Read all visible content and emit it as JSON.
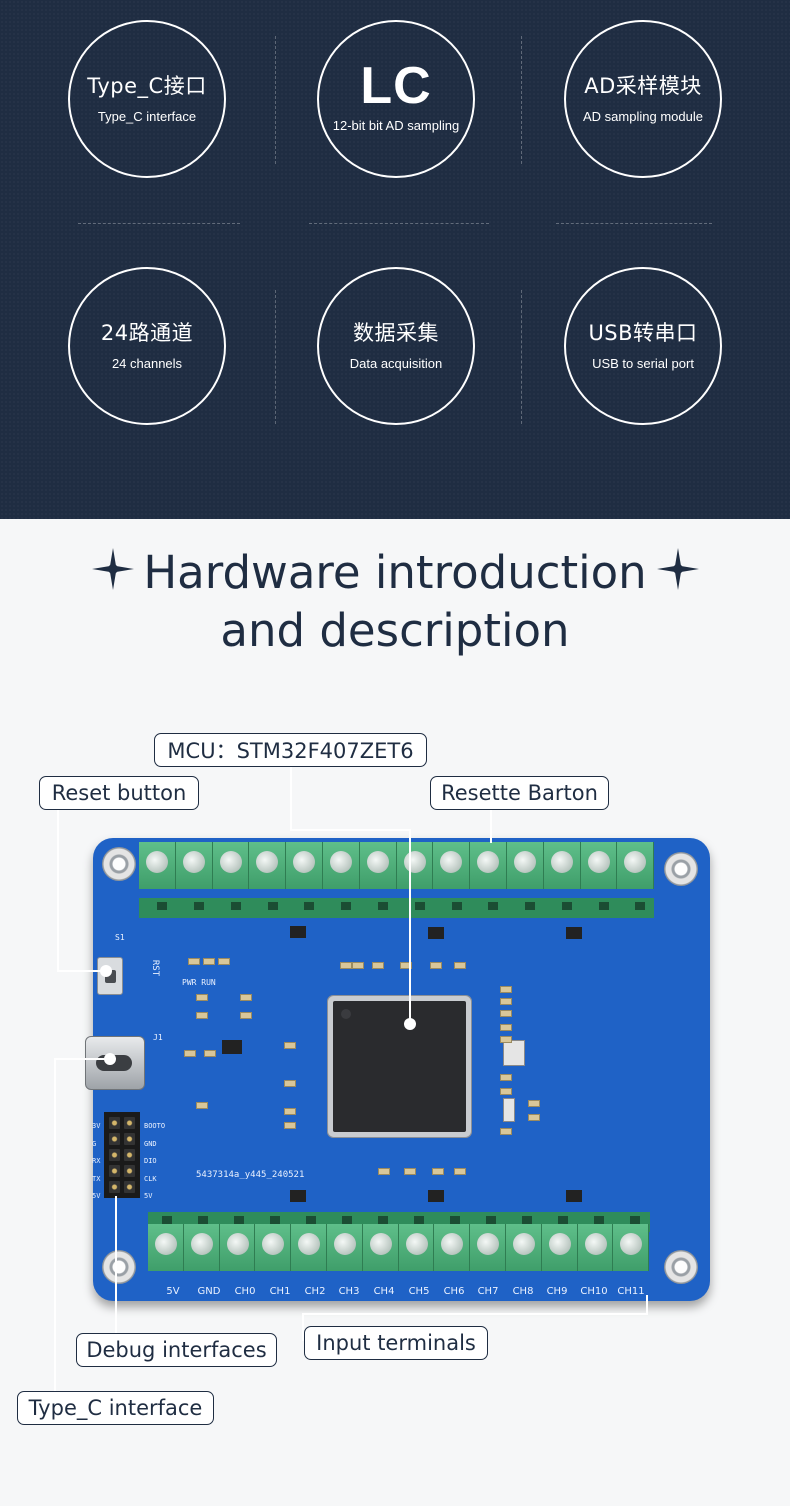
{
  "features": [
    {
      "title": "Type_C接口",
      "subtitle": "Type_C interface"
    },
    {
      "title": "LC",
      "subtitle": "12-bit bit AD sampling"
    },
    {
      "title": "AD采样模块",
      "subtitle": "AD sampling module"
    },
    {
      "title": "24路通道",
      "subtitle": "24 channels"
    },
    {
      "title": "数据采集",
      "subtitle": "Data acquisition"
    },
    {
      "title": "USB转串口",
      "subtitle": "USB to serial port"
    }
  ],
  "section": {
    "title_line1": "Hardware introduction",
    "title_line2": "and description"
  },
  "callouts": {
    "mcu": "MCU：STM32F407ZET6",
    "reset_button": "Reset button",
    "resette_barton": "Resette Barton",
    "debug_interfaces": "Debug interfaces",
    "input_terminals": "Input terminals",
    "typec_interface": "Type_C interface"
  },
  "board": {
    "terminal_labels": [
      "5V",
      "GND",
      "CH0",
      "CH1",
      "CH2",
      "CH3",
      "CH4",
      "CH5",
      "CH6",
      "CH7",
      "CH8",
      "CH9",
      "CH10",
      "CH11"
    ],
    "silk": {
      "rst": "RST",
      "pwr_run": "PWR RUN",
      "serial": "5437314a_y445_240521",
      "header_left": [
        "3V",
        "G",
        "RX",
        "TX",
        "5V"
      ],
      "header_right": [
        "BOOTO",
        "GND",
        "DIO",
        "CLK",
        "5V"
      ],
      "s1": "S1",
      "j1": "J1"
    }
  }
}
